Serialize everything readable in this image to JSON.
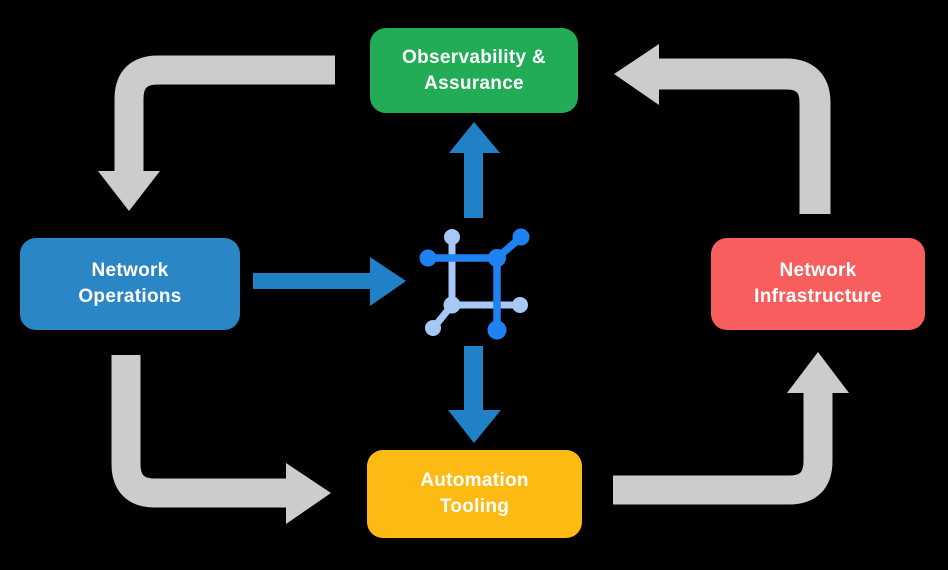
{
  "diagram": {
    "background": "#000000",
    "colors": {
      "arrow_gray": "#CCCCCC",
      "arrow_blue": "#2181C6",
      "icon_dark_blue": "#1F82F2",
      "icon_light_blue": "#A6C8F6",
      "label_text": "#FFFFFF"
    },
    "nodes": [
      {
        "id": "observability-assurance",
        "line1": "Observability &",
        "line2": "Assurance",
        "color": "#21AC55"
      },
      {
        "id": "network-operations",
        "line1": "Network",
        "line2": "Operations",
        "color": "#2A86C5"
      },
      {
        "id": "network-infrastructure",
        "line1": "Network",
        "line2": "Infrastructure",
        "color": "#F85E5D"
      },
      {
        "id": "automation-tooling",
        "line1": "Automation",
        "line2": "Tooling",
        "color": "#FCBA12"
      }
    ],
    "center_icon": "network-fabric-icon",
    "arrows": [
      {
        "from": "observability-assurance",
        "to": "network-operations",
        "style": "gray-elbow"
      },
      {
        "from": "network-operations",
        "to": "automation-tooling",
        "style": "gray-elbow"
      },
      {
        "from": "automation-tooling",
        "to": "network-infrastructure",
        "style": "gray-elbow"
      },
      {
        "from": "network-infrastructure",
        "to": "observability-assurance",
        "style": "gray-elbow"
      },
      {
        "from": "network-operations",
        "to": "center-icon",
        "style": "blue-straight"
      },
      {
        "from": "center-icon",
        "to": "observability-assurance",
        "style": "blue-straight"
      },
      {
        "from": "center-icon",
        "to": "automation-tooling",
        "style": "blue-straight"
      }
    ]
  }
}
